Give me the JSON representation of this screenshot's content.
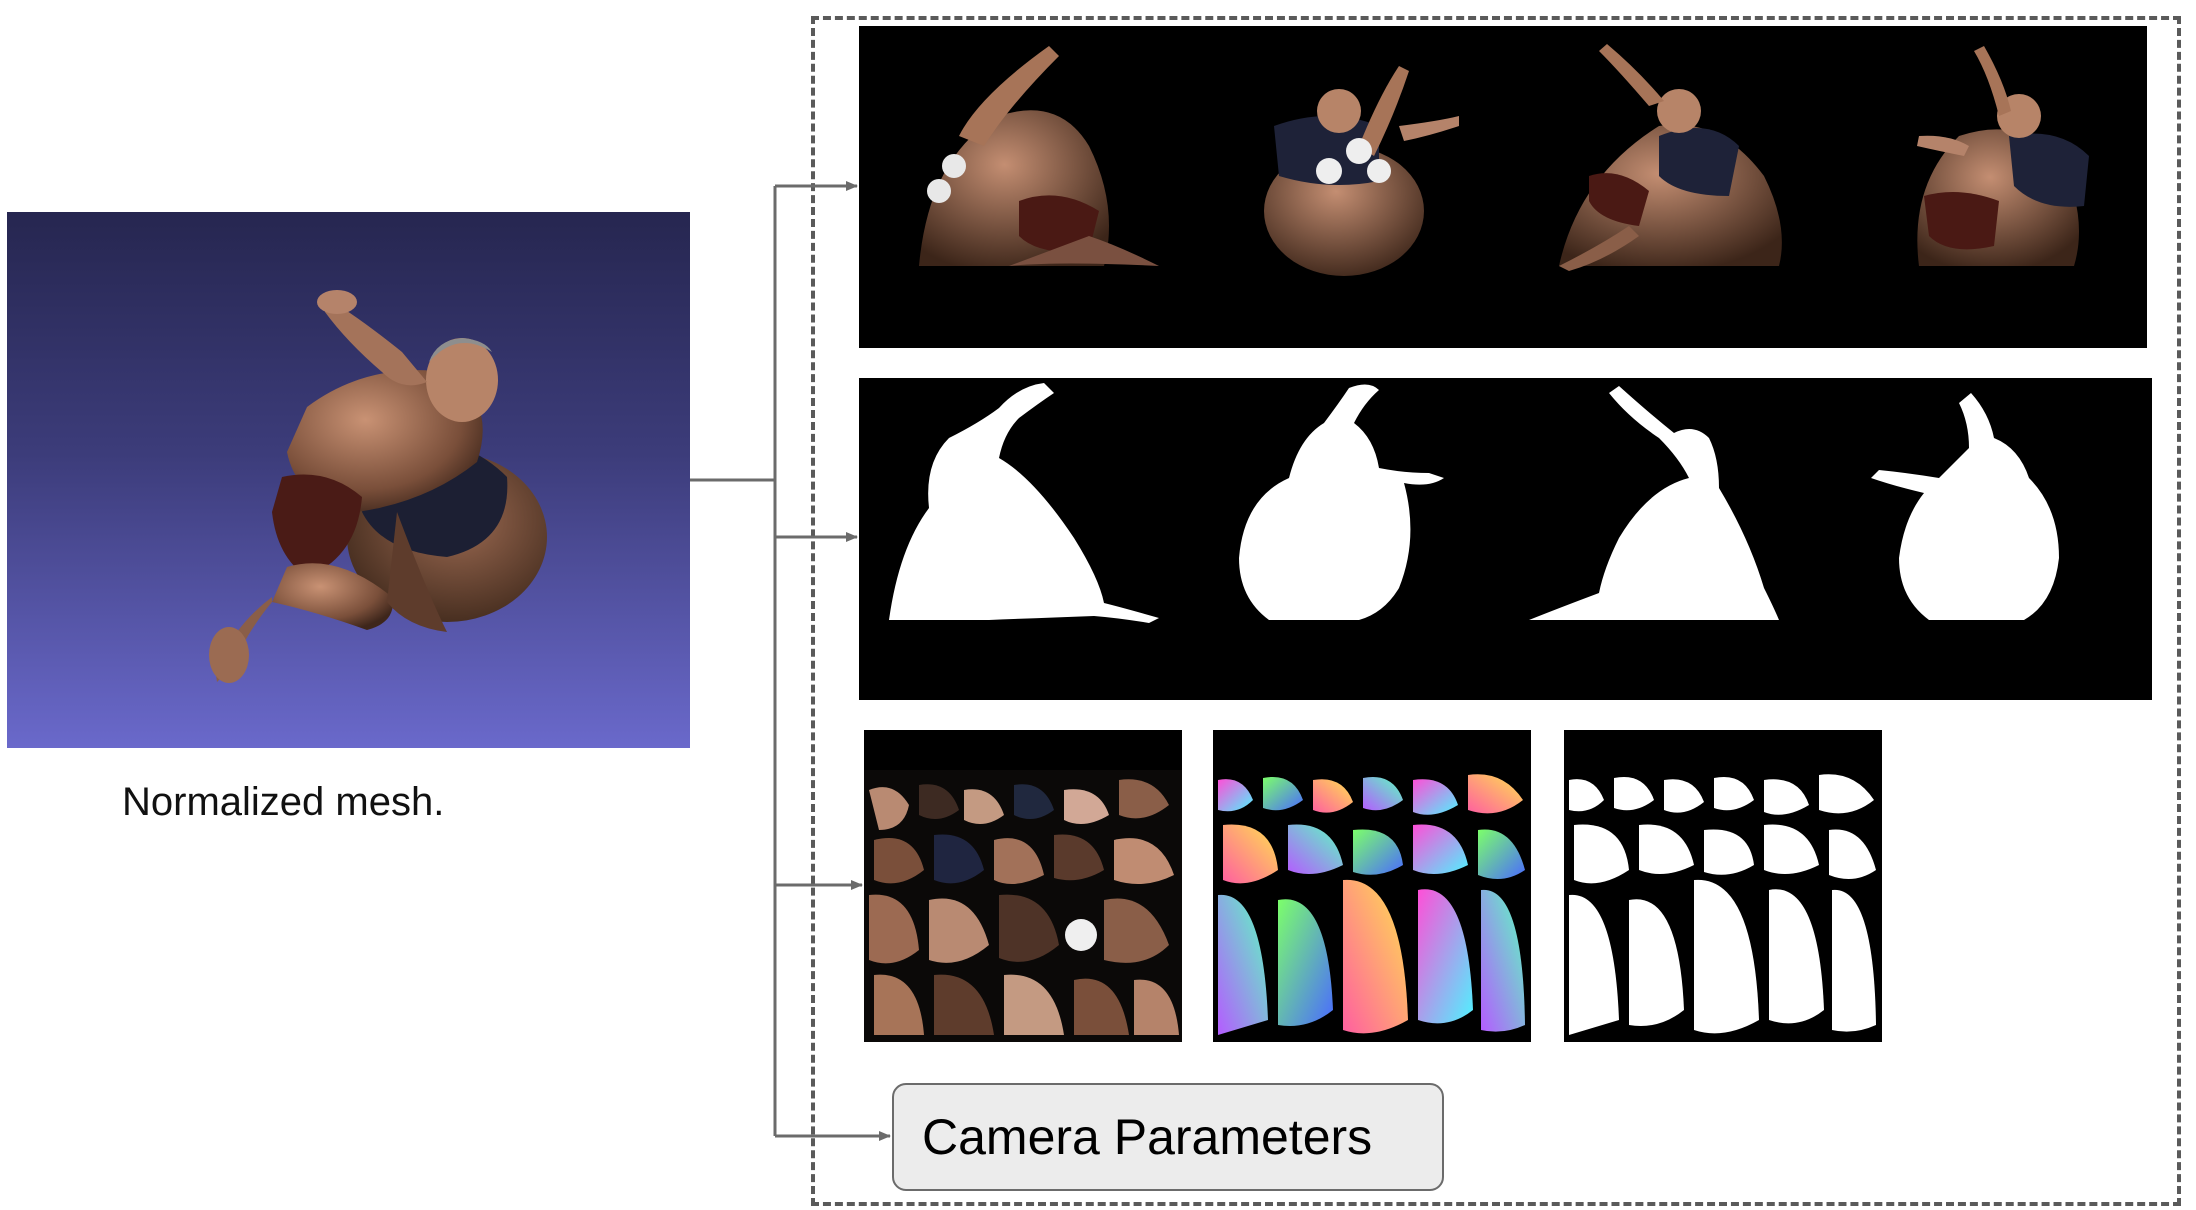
{
  "input": {
    "caption": "Normalized mesh."
  },
  "outputs": {
    "rgb_views": {
      "count": 4
    },
    "mask_views": {
      "count": 4
    },
    "patch_maps": [
      "patch-rgb",
      "patch-normal",
      "patch-mask"
    ],
    "camera_label": "Camera Parameters"
  },
  "colors": {
    "mesh_bg_top": "#262650",
    "mesh_bg_bottom": "#6a69cb",
    "arrow": "#6b6b6b",
    "dashed_border": "#5a5a5a",
    "camera_box_fill": "#ececec"
  }
}
